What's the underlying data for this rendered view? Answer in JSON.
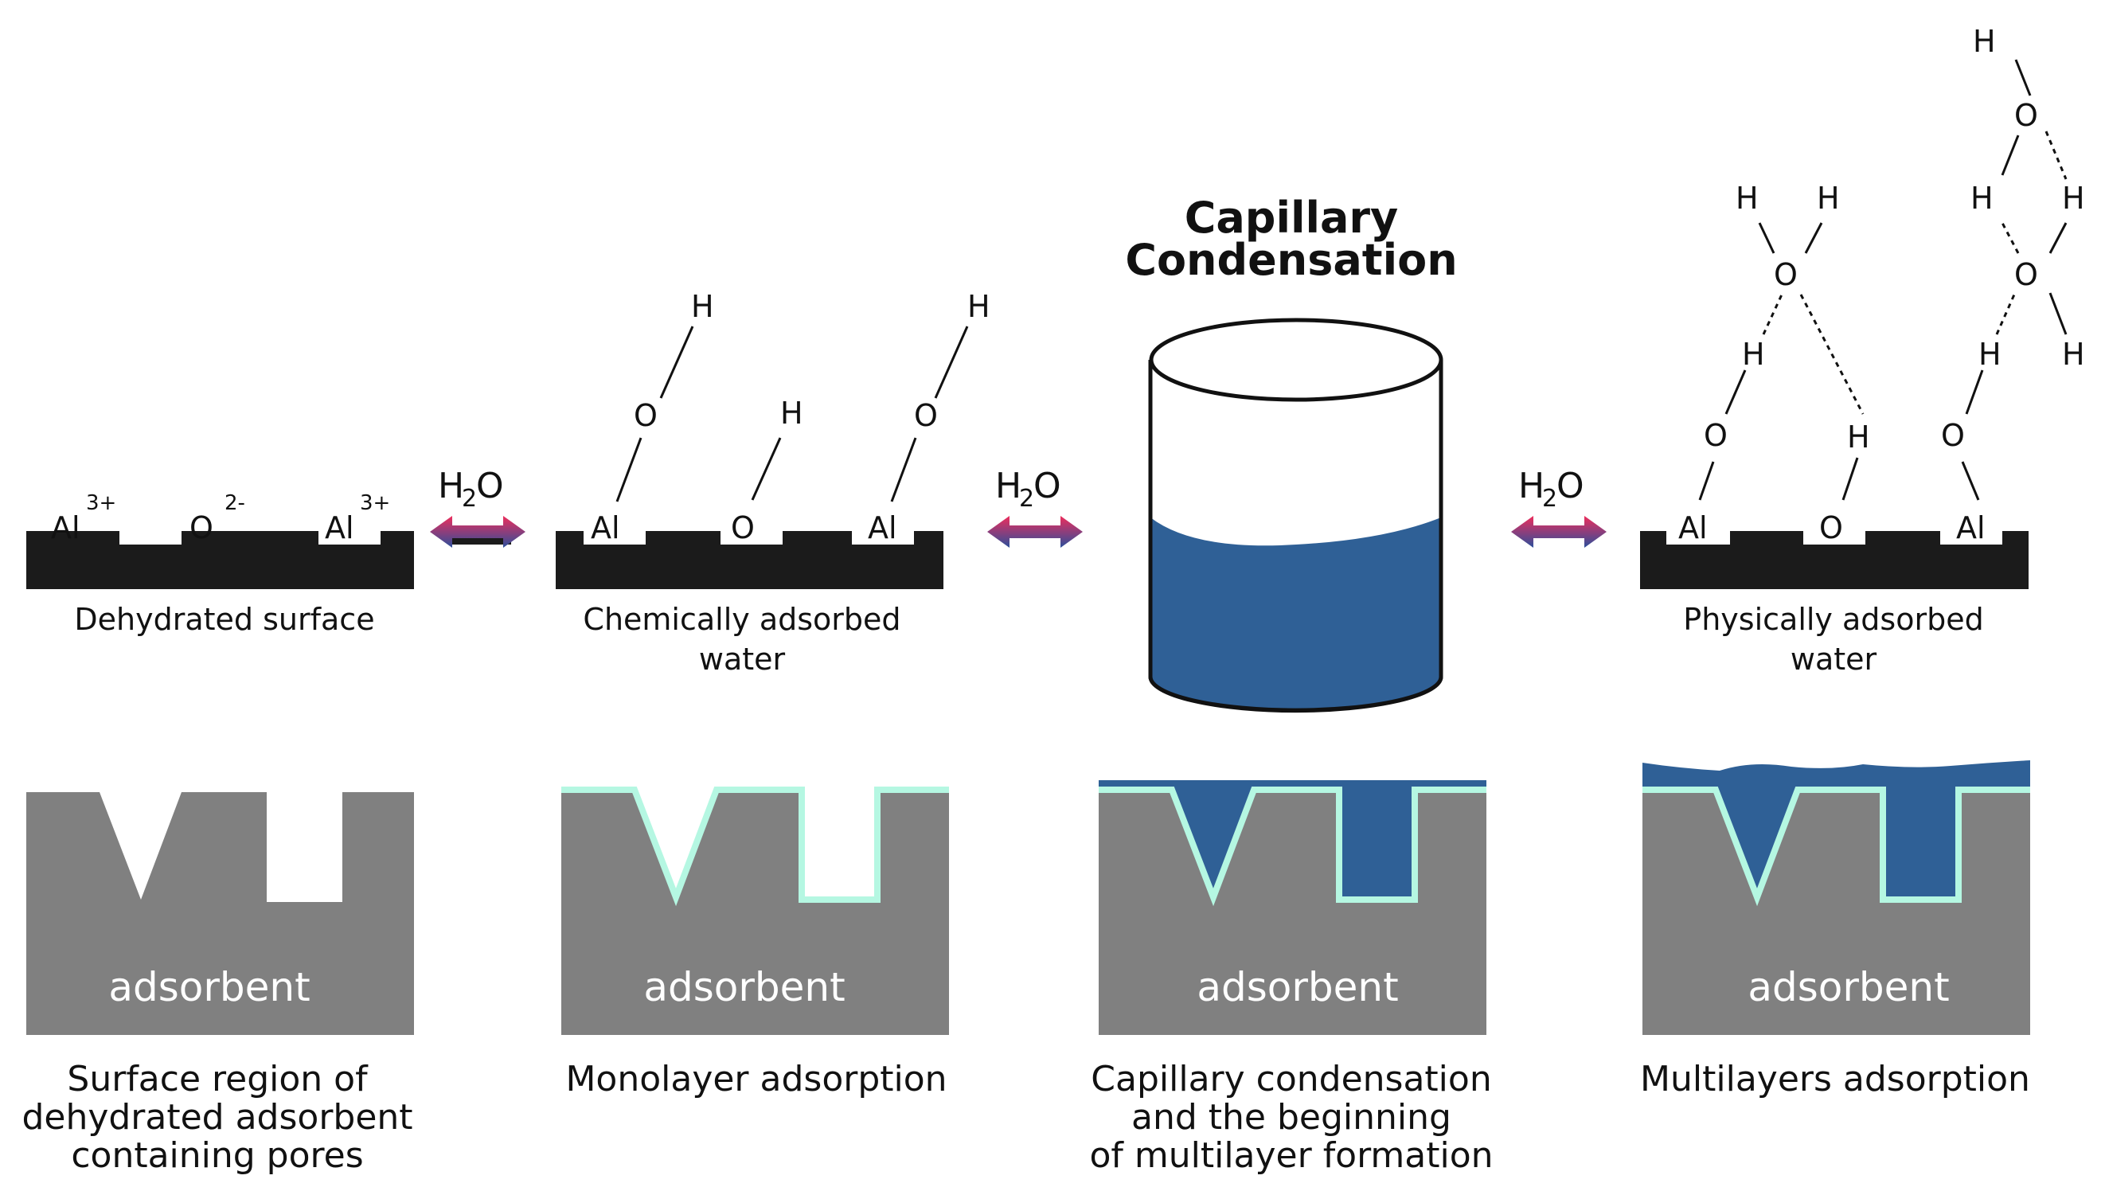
{
  "title": {
    "line1": "Capillary",
    "line2": "Condensation"
  },
  "stages": [
    {
      "caption_lines": [
        "Dehydrated surface"
      ],
      "atoms": {
        "al_left": "Al",
        "al_left_charge": "3+",
        "o_mid": "O",
        "o_mid_charge": "2-",
        "al_right": "Al",
        "al_right_charge": "3+"
      }
    },
    {
      "caption_lines": [
        "Chemically adsorbed",
        "water"
      ]
    },
    {
      "caption_lines": []
    },
    {
      "caption_lines": [
        "Physically adsorbed",
        "water"
      ]
    }
  ],
  "reaction_arrow_label": {
    "main": "H",
    "sub": "2",
    "tail": "O"
  },
  "atoms": {
    "al": "Al",
    "o": "O",
    "h": "H"
  },
  "adsorbent_label": "adsorbent",
  "bottom_captions": [
    [
      "Surface region of",
      "dehydrated adsorbent",
      "containing pores"
    ],
    [
      "Monolayer adsorption"
    ],
    [
      "Capillary condensation",
      "and the beginning",
      "of multilayer formation"
    ],
    [
      "Multilayers adsorption"
    ]
  ],
  "colors": {
    "surface": "#1b1b1b",
    "adsorbent": "#808080",
    "water": "#2f6096",
    "monolayer": "#b5f7e2",
    "arrow_pink": "#ee2d5c",
    "arrow_blue": "#2c4f9b"
  }
}
